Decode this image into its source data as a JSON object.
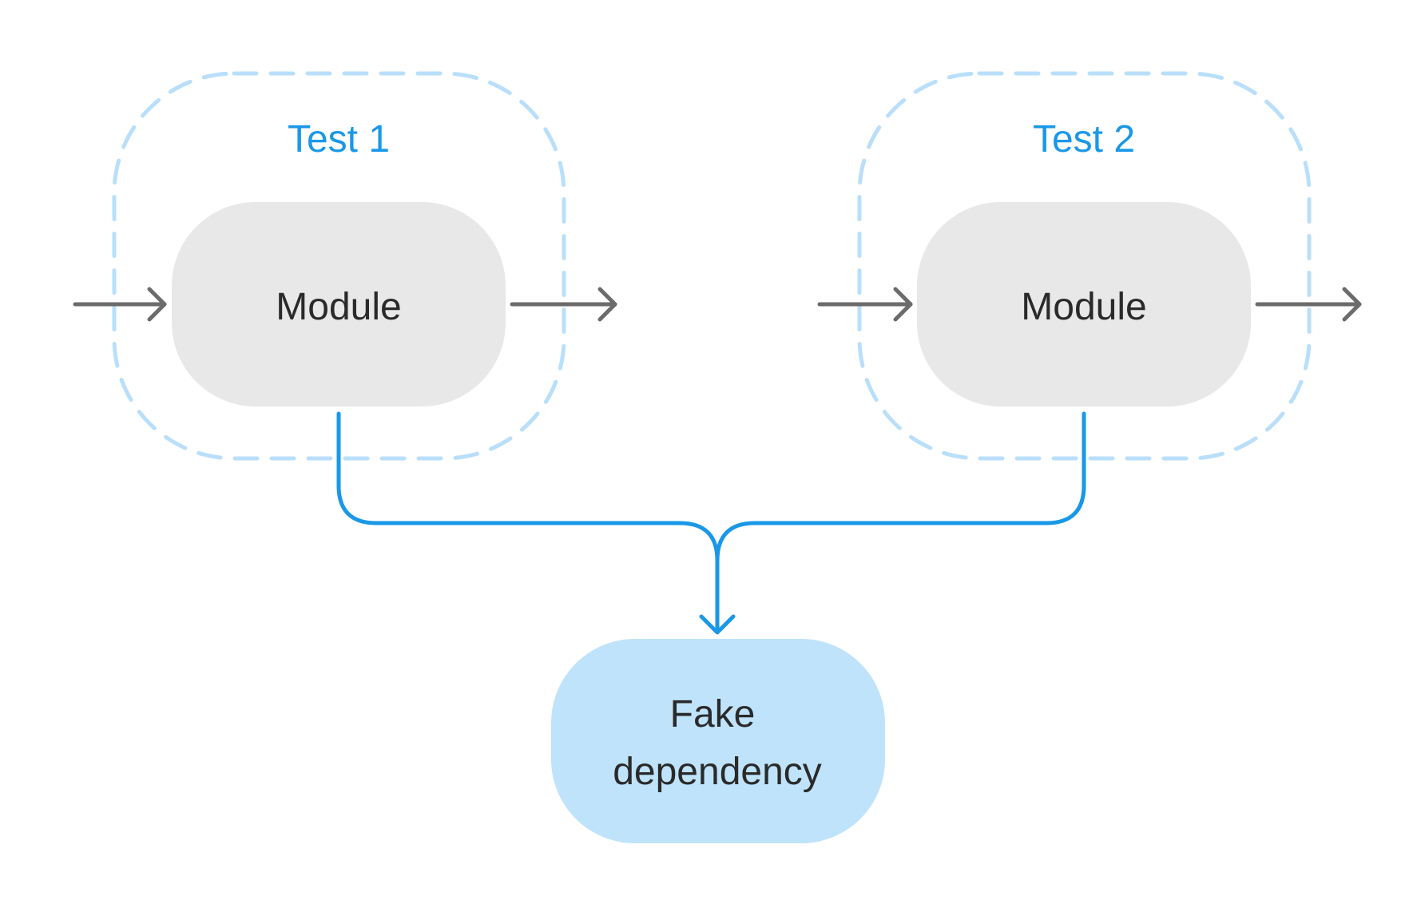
{
  "tests": [
    {
      "label": "Test 1",
      "module_label": "Module"
    },
    {
      "label": "Test 2",
      "module_label": "Module"
    }
  ],
  "fake_dependency": {
    "line1": "Fake",
    "line2": "dependency"
  },
  "colors": {
    "accent": "#1a98e8",
    "dashed_border": "#b9dffa",
    "module_fill": "#e8e8e8",
    "fake_fill": "#bfe3fb",
    "arrow_gray": "#6b6b6b",
    "text_dark": "#2a2a2a"
  }
}
